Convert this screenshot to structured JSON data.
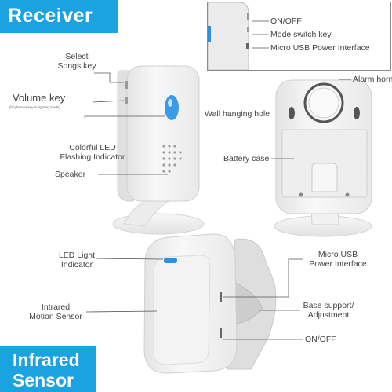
{
  "banners": {
    "receiver": "Receiver",
    "sensor_line1": "Infrared",
    "sensor_line2": "Sensor"
  },
  "inset_labels": {
    "on_off": "ON/OFF",
    "mode_switch": "Mode switch key",
    "micro_usb": "Micro USB Power Interface"
  },
  "receiver_labels": {
    "select_songs_line1": "Select",
    "select_songs_line2": "Songs key",
    "volume_key": "Volume key",
    "volume_key_note": "(brightness key in lighting mode)",
    "led_line1": "Colorful LED",
    "led_line2": "Flashing Indicator",
    "speaker": "Speaker"
  },
  "back_labels": {
    "alarm_horn": "Alarm horn",
    "wall_hole": "Wall hanging hole",
    "battery_case": "Battery case"
  },
  "sensor_labels": {
    "led_light_line1": "LED Light",
    "led_light_line2": "Indicator",
    "infrared_line1": "Intrared",
    "infrared_line2": "Motion Sensor",
    "micro_usb_line1": "Micro USB",
    "micro_usb_line2": "Power Interface",
    "base_line1": "Base support/",
    "base_line2": "Adjustment",
    "on_off": "ON/OFF"
  },
  "colors": {
    "accent_blue": "#1aa3e0",
    "led_blue": "#3a9be8",
    "device_white": "#f2f2f2"
  }
}
